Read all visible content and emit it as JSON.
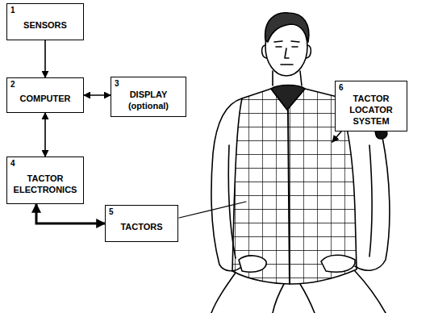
{
  "diagram": {
    "nodes": [
      {
        "text": [
          "1",
          "SENSORS"
        ]
      },
      {
        "text": [
          "2",
          "COMPUTER"
        ]
      },
      {
        "text": [
          "3",
          "DISPLAY (optional)"
        ]
      },
      {
        "text": [
          "4",
          "TACTOR ELECTRONICS"
        ]
      },
      {
        "text": [
          "5",
          "TACTORS"
        ]
      },
      {
        "text": [
          "6",
          "TACTOR LOCATOR SYSTEM"
        ]
      }
    ],
    "edges": [
      {
        "from": 0,
        "to": 1,
        "arrow": "to"
      },
      {
        "from": 1,
        "to": 2,
        "arrow": "both"
      },
      {
        "from": 1,
        "to": 3,
        "arrow": "both"
      },
      {
        "from": 3,
        "to": 4,
        "arrow": "both"
      }
    ]
  }
}
